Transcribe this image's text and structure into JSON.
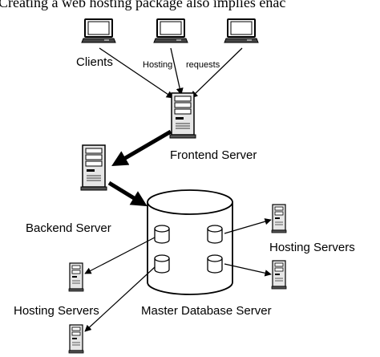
{
  "header_text": "Creating a web hosting package also implies enac",
  "labels": {
    "clients": "Clients",
    "hosting": "Hosting",
    "requests": "requests",
    "frontend": "Frontend Server",
    "backend": "Backend Server",
    "hosting_servers_right": "Hosting Servers",
    "hosting_servers_left": "Hosting Servers",
    "master_db": "Master Database Server"
  },
  "icons": {
    "laptop": "laptop-icon",
    "server": "server-tower-icon",
    "database": "database-cylinder-icon",
    "disk": "disk-icon"
  }
}
